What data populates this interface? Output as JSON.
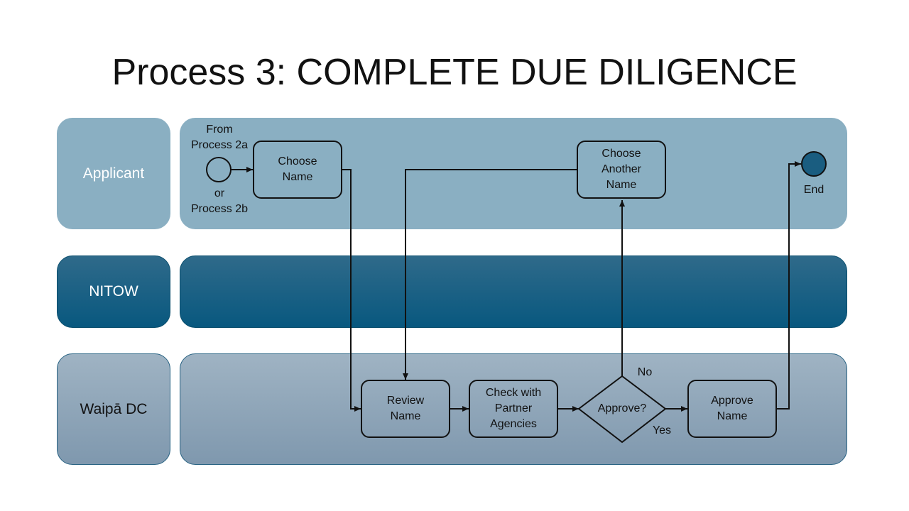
{
  "title": "Process 3: COMPLETE DUE DILIGENCE",
  "lanes": [
    {
      "label": "Applicant"
    },
    {
      "label": "NITOW"
    },
    {
      "label": "Waipā DC"
    }
  ],
  "start_label_top": "From\nProcess 2a",
  "start_label_bottom": "or\nProcess 2b",
  "tasks": {
    "choose_name": "Choose\nName",
    "choose_another_name": "Choose\nAnother\nName",
    "review_name": "Review\nName",
    "check_partners": "Check with\nPartner\nAgencies",
    "approve_name": "Approve\nName"
  },
  "decision": {
    "label": "Approve?",
    "no": "No",
    "yes": "Yes"
  },
  "end_label": "End",
  "colors": {
    "applicant_lane": "#8aafc2",
    "nitow_lane": "#08587f",
    "waipa_lane": "#8ea4b8",
    "end_event": "#1a5d80"
  }
}
